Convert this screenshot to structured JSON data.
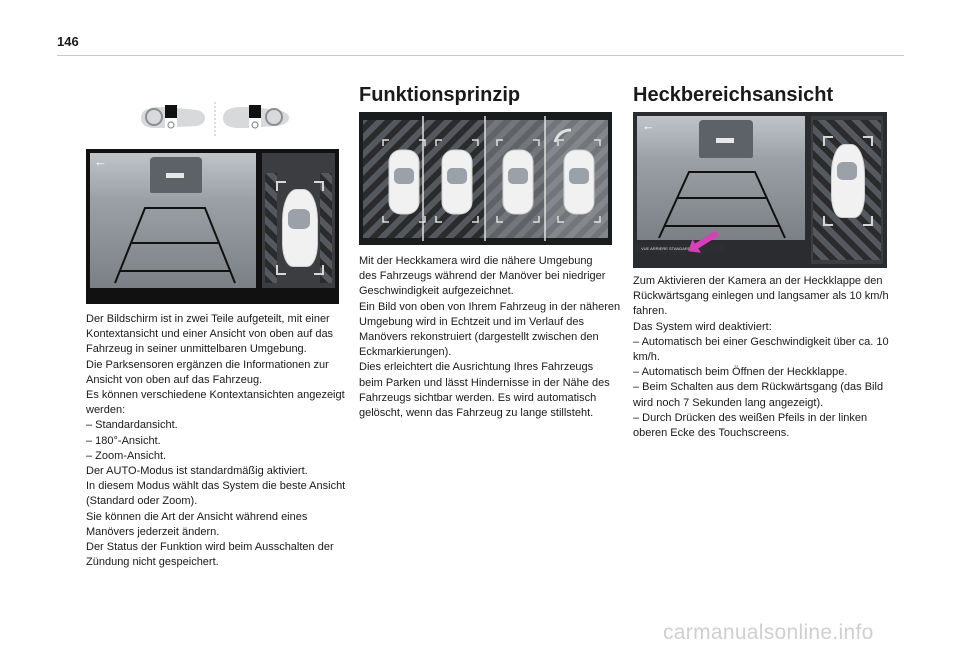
{
  "page": {
    "number": "146"
  },
  "col1": {
    "lines": [
      "Der Bildschirm ist in zwei Teile aufgeteilt, mit einer",
      "Kontextansicht und einer Ansicht von oben auf das",
      "Fahrzeug in seiner unmittelbaren Umgebung.",
      "Die Parksensoren ergänzen die Informationen zur",
      "Ansicht von oben auf das Fahrzeug.",
      "Es können verschiedene Kontextansichten angezeigt",
      "werden:",
      "–  Standardansicht.",
      "–  180°-Ansicht.",
      "–  Zoom-Ansicht.",
      "Der AUTO-Modus ist standardmäßig aktiviert.",
      "In diesem Modus wählt das System die beste Ansicht",
      "(Standard oder Zoom).",
      "Sie können die Art der Ansicht während eines",
      "Manövers jederzeit ändern.",
      "Der Status der Funktion wird beim Ausschalten der",
      "Zündung nicht gespeichert."
    ]
  },
  "col2": {
    "heading": "Funktionsprinzip",
    "lines": [
      "Mit der Heckkamera wird die nähere Umgebung",
      "des Fahrzeugs während der Manöver bei niedriger",
      "Geschwindigkeit aufgezeichnet.",
      "Ein Bild von oben von Ihrem Fahrzeug in der näheren",
      "Umgebung wird in Echtzeit und im Verlauf des",
      "Manövers rekonstruiert (dargestellt zwischen den",
      "Eckmarkierungen).",
      "Dies erleichtert die Ausrichtung Ihres Fahrzeugs",
      "beim Parken und lässt Hindernisse in der Nähe des",
      "Fahrzeugs sichtbar werden. Es wird automatisch",
      "gelöscht, wenn das Fahrzeug zu lange stillsteht."
    ]
  },
  "col3": {
    "heading": "Heckbereichsansicht",
    "screen_label": "VUE ARRIERE STANDARD",
    "lines": [
      "Zum Aktivieren der Kamera an der Heckklappe den",
      "Rückwärtsgang einlegen und langsamer als 10 km/h",
      "fahren.",
      "Das System wird deaktiviert:",
      "–  Automatisch bei einer Geschwindigkeit über ca. 10",
      "km/h.",
      "–  Automatisch beim Öffnen der Heckklappe.",
      "–  Beim Schalten aus dem Rückwärtsgang (das Bild",
      "wird noch 7 Sekunden lang angezeigt).",
      "–  Durch Drücken des weißen Pfeils in der linken",
      "oberen Ecke des Touchscreens."
    ]
  },
  "footer": {
    "watermark": "carmanualsonline.info"
  },
  "icons": {
    "steering": "steering-wheel-icon",
    "back": "back-arrow-icon",
    "pointer": "pink-pointer-arrow-icon"
  },
  "colors": {
    "pointer": "#d63fb5",
    "rule": "#c9c9c9"
  }
}
